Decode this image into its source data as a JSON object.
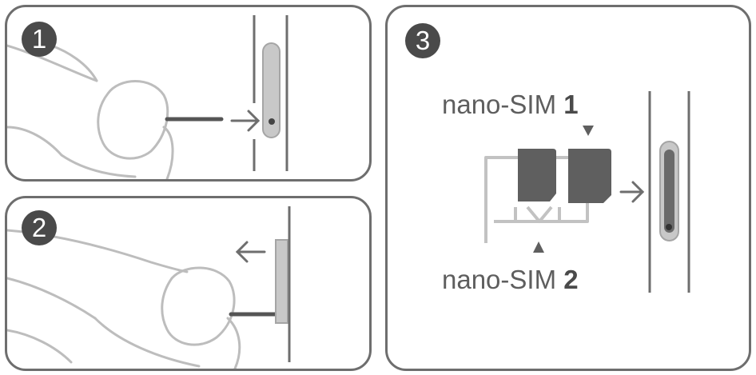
{
  "steps": [
    {
      "number": "1"
    },
    {
      "number": "2"
    },
    {
      "number": "3"
    }
  ],
  "tray_labels": {
    "sim1_text": "nano-SIM",
    "sim1_number": "1",
    "sim2_text": "nano-SIM",
    "sim2_number": "2"
  },
  "icons": [
    "hand-icon",
    "eject-pin-icon",
    "arrow-right-icon",
    "arrow-left-icon",
    "sim-tray-icon",
    "nano-sim-card-icon",
    "pointer-triangle-icon"
  ],
  "colors": {
    "stroke": "#6e6e6e",
    "badge": "#4a4a4a",
    "sim": "#5f5f5f",
    "tray": "#bdbdbd"
  }
}
